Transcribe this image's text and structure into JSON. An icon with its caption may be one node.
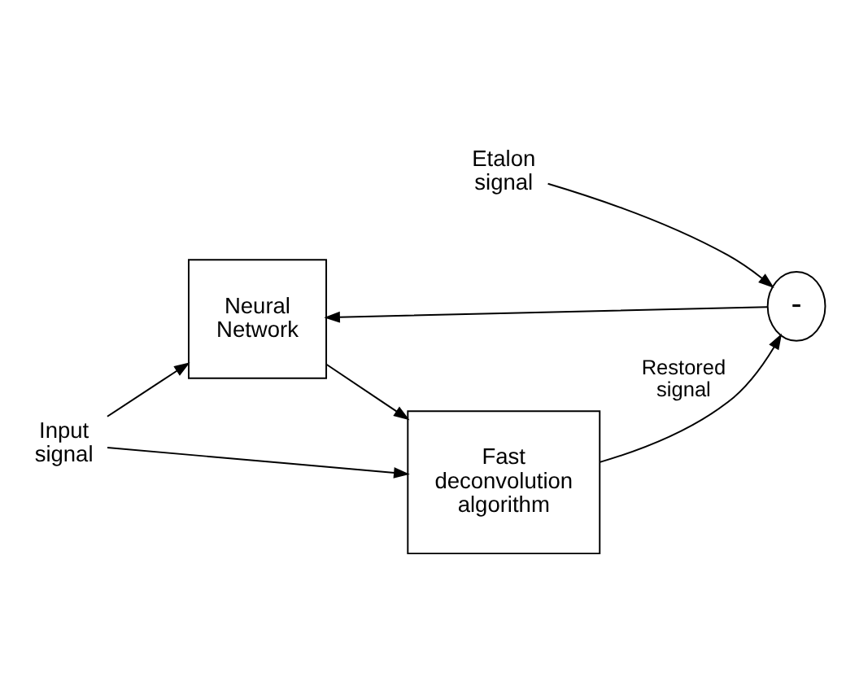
{
  "diagram": {
    "nodes": [
      {
        "text": [
          "Neural Network"
        ]
      },
      {
        "text": [
          "Fast deconvolution algorithm"
        ]
      },
      {
        "text": [
          "-"
        ]
      },
      {
        "text": [
          "Input signal"
        ]
      },
      {
        "text": [
          "Etalon signal"
        ]
      }
    ],
    "edges": [
      {
        "from": 3,
        "to": 0,
        "arrow": "to"
      },
      {
        "from": 3,
        "to": 1,
        "arrow": "to"
      },
      {
        "from": 0,
        "to": 1,
        "arrow": "to"
      },
      {
        "from": 1,
        "to": 2,
        "arrow": "to",
        "label": "Restored signal"
      },
      {
        "from": 4,
        "to": 2,
        "arrow": "to"
      },
      {
        "from": 2,
        "to": 0,
        "arrow": "to"
      }
    ]
  }
}
